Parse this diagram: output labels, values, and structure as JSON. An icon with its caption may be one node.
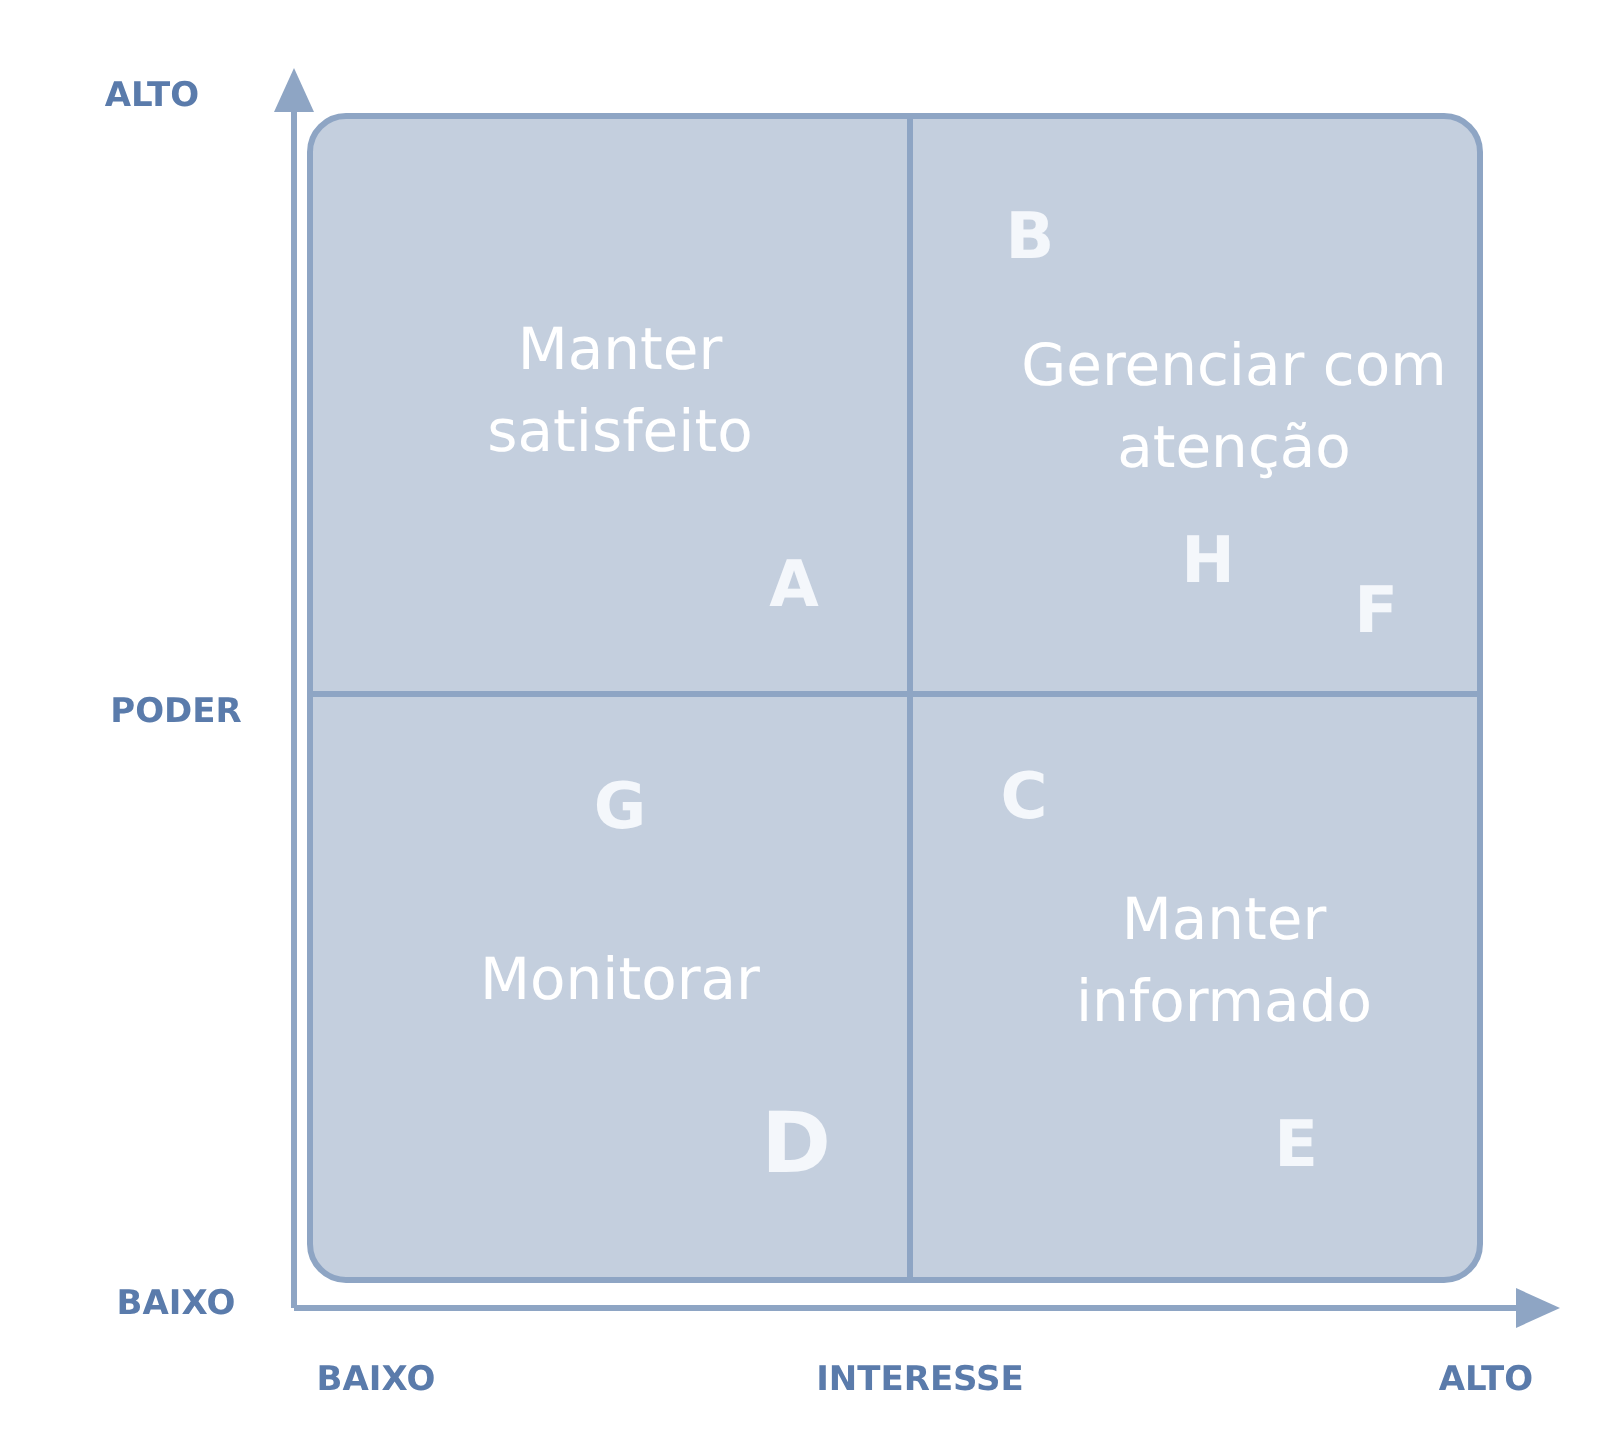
{
  "diagram": {
    "nodes": [
      {
        "text": [
          "Manter satisfeito",
          "A"
        ]
      },
      {
        "text": [
          "B",
          "Gerenciar com atenção",
          "H",
          "F"
        ]
      },
      {
        "text": [
          "G",
          "Monitorar",
          "D"
        ]
      },
      {
        "text": [
          "C",
          "Manter informado",
          "E"
        ]
      }
    ],
    "labels": [
      "ALTO",
      "PODER",
      "BAIXO",
      "BAIXO",
      "INTERESSE",
      "ALTO"
    ]
  }
}
